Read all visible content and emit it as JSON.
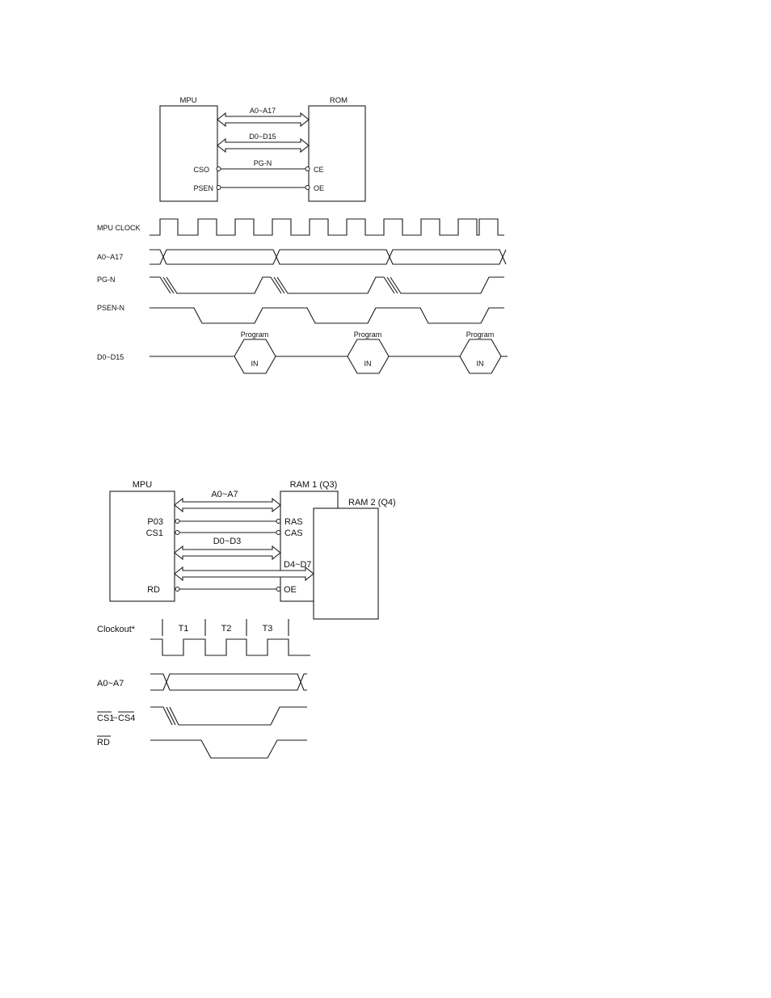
{
  "diagram1": {
    "mpu_label": "MPU",
    "rom_label": "ROM",
    "bus_address": "A0~A17",
    "bus_data": "D0~D15",
    "line_pgn": "PG-N",
    "pin_cso": "CSO",
    "pin_psen": "PSEN",
    "pin_ce": "CE",
    "pin_oe": "OE",
    "timing": {
      "mpu_clock": "MPU CLOCK",
      "address": "A0~A17",
      "pgn": "PG-N",
      "psen_n": "PSEN-N",
      "data": "D0~D15",
      "program_label": "Program",
      "in_label": "IN"
    }
  },
  "diagram2": {
    "mpu_label": "MPU",
    "ram1_label": "RAM 1 (Q3)",
    "ram2_label": "RAM 2 (Q4)",
    "bus_address": "A0~A7",
    "bus_data_low": "D0~D3",
    "bus_data_high": "D4~D7",
    "pin_p03": "P03",
    "pin_cs1": "CS1",
    "pin_rd": "RD",
    "pin_ras": "RAS",
    "pin_cas": "CAS",
    "pin_oe": "OE",
    "timing": {
      "clockout": "Clockout*",
      "t1": "T1",
      "t2": "T2",
      "t3": "T3",
      "address": "A0~A7",
      "cs1": "CS1",
      "cs_sep": "~",
      "cs4": "CS4",
      "rd": "RD"
    }
  }
}
